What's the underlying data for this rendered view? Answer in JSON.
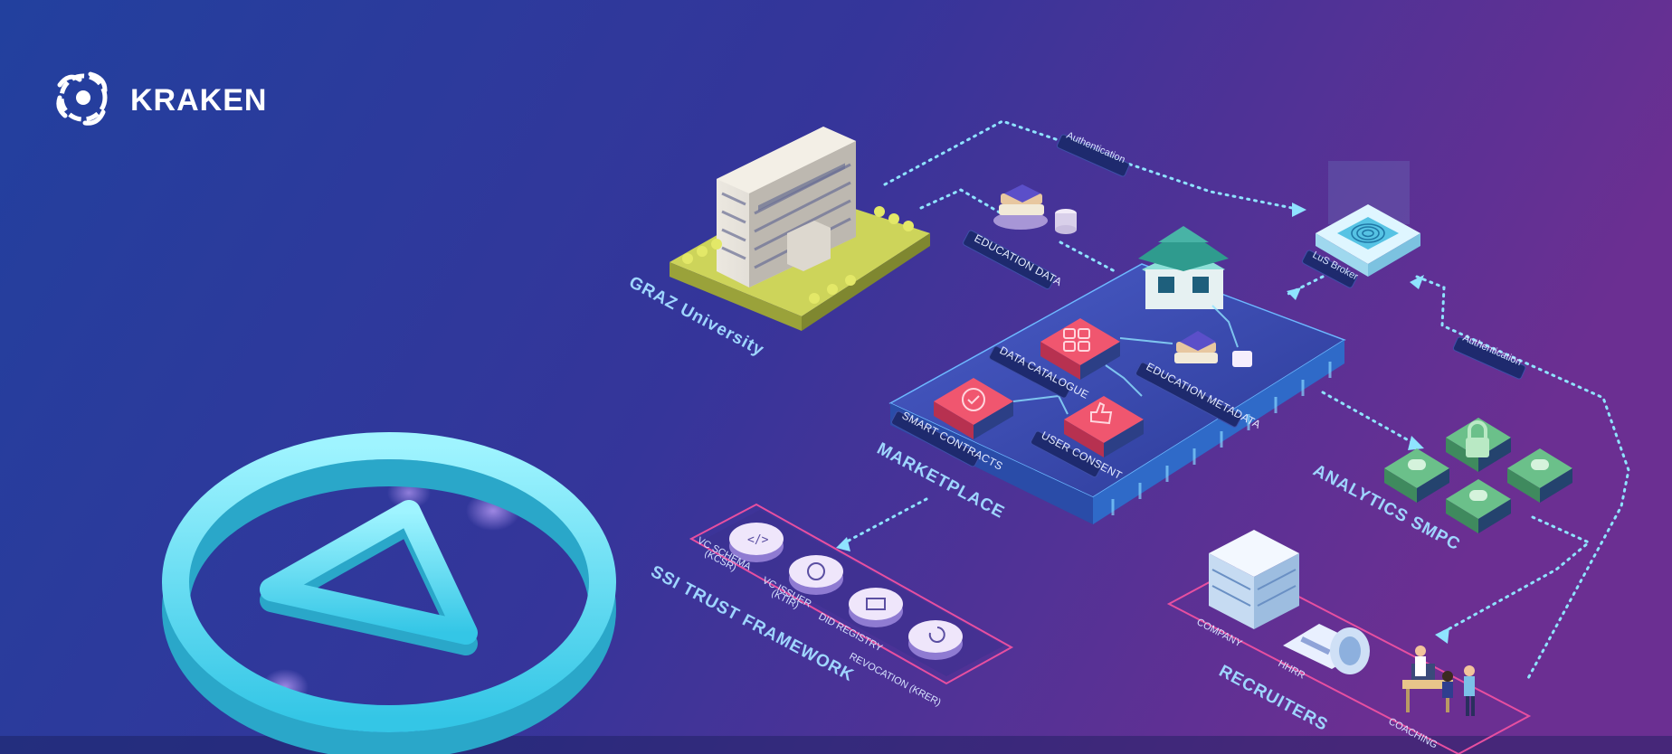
{
  "brand": {
    "name": "KRAKEN"
  },
  "labels": {
    "graz_university": "GRAZ University",
    "education_data": "EDUCATION DATA",
    "authentication_top": "Authentication",
    "authentication_right": "Authentication",
    "lus_broker": "LuS Broker",
    "data_catalogue": "DATA CATALOGUE",
    "education_metadata": "EDUCATION METADATA",
    "smart_contracts": "SMART CONTRACTS",
    "user_consent": "USER CONSENT",
    "marketplace": "MARKETPLACE",
    "analytics_smpc": "ANALYTICS SMPC",
    "ssi_trust_framework": "SSI TRUST FRAMEWORK",
    "vc_schema_1": "VC SCHEMA",
    "vc_schema_2": "(KCSR)",
    "vc_issuer_1": "VC ISSUER",
    "vc_issuer_2": "(KTIR)",
    "did_registry": "DID REGISTRY",
    "revocation": "REVOCATION (KRER)",
    "company": "COMPANY",
    "hhrr": "HHRR",
    "recruiters": "RECRUITERS",
    "coaching": "COACHING"
  },
  "colors": {
    "bg_left": "#243a9c",
    "bg_right": "#6a2f94",
    "accent_cyan": "#5ee3f5",
    "tile_red": "#e2405d",
    "tile_green": "#5fae78",
    "platform_blue": "#3d4fb5"
  }
}
